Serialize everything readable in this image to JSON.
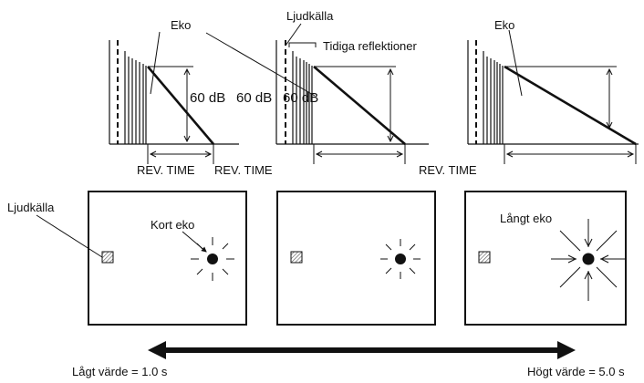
{
  "labels": {
    "eko_1": "Eko",
    "ljudkalla_top": "Ljudkälla",
    "tidiga_reflektioner": "Tidiga reflektioner",
    "eko_3": "Eko",
    "db_1": "60 dB",
    "db_2": "60 dB",
    "db_3": "60 dB",
    "rev_time_1": "REV. TIME",
    "rev_time_2": "REV. TIME",
    "rev_time_3": "REV. TIME",
    "ljudkalla_left": "Ljudkälla",
    "kort_eko": "Kort eko",
    "langt_eko": "Långt eko",
    "lagt_varde": "Lågt värde = 1.0 s",
    "hogt_varde": "Högt värde = 5.0 s"
  },
  "colors": {
    "ink": "#111111",
    "hatch": "#555555",
    "background": "#ffffff"
  }
}
